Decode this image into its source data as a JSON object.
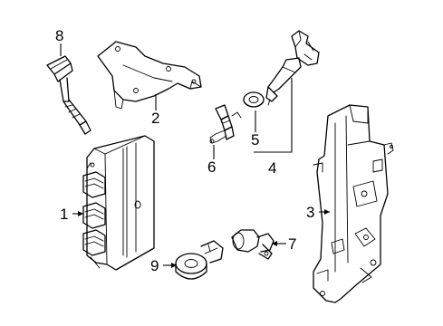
{
  "callouts": [
    {
      "id": "1",
      "label": "1"
    },
    {
      "id": "2",
      "label": "2"
    },
    {
      "id": "3",
      "label": "3"
    },
    {
      "id": "4",
      "label": "4"
    },
    {
      "id": "5",
      "label": "5"
    },
    {
      "id": "6",
      "label": "6"
    },
    {
      "id": "7",
      "label": "7"
    },
    {
      "id": "8",
      "label": "8"
    },
    {
      "id": "9",
      "label": "9"
    }
  ],
  "parts": [
    {
      "callout": "1",
      "icon": "engine-control-module-icon"
    },
    {
      "callout": "2",
      "icon": "mounting-bracket-icon"
    },
    {
      "callout": "3",
      "icon": "module-bracket-icon"
    },
    {
      "callout": "4",
      "icon": "ignition-coil-icon"
    },
    {
      "callout": "5",
      "icon": "washer-icon"
    },
    {
      "callout": "6",
      "icon": "spark-plug-icon"
    },
    {
      "callout": "7",
      "icon": "camshaft-sensor-icon"
    },
    {
      "callout": "8",
      "icon": "oxygen-sensor-icon"
    },
    {
      "callout": "9",
      "icon": "knock-sensor-icon"
    }
  ]
}
